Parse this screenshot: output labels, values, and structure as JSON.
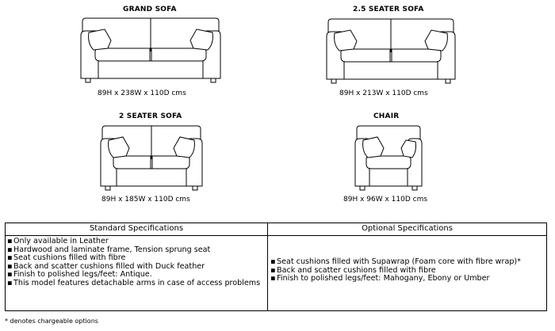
{
  "products": [
    {
      "id": "grand-sofa",
      "title": "GRAND SOFA",
      "dimensions": "89H x  238W x 110D cms"
    },
    {
      "id": "two-five-seater-sofa",
      "title": "2.5 SEATER SOFA",
      "dimensions": "89H x 213W x 110D cms"
    },
    {
      "id": "two-seater-sofa",
      "title": "2 SEATER SOFA",
      "dimensions": "89H x 185W x 110D cms"
    },
    {
      "id": "chair",
      "title": "CHAIR",
      "dimensions": "89H x 96W x 110D cms"
    }
  ],
  "specifications": {
    "standard": {
      "title": "Standard Specifications",
      "items": [
        "Only available in Leather",
        "Hardwood and laminate frame, Tension sprung seat",
        "Seat cushions filled with fibre",
        "Back and scatter cushions filled with Duck feather",
        "Finish to polished legs/feet: Antique.",
        "This model features detachable arms in case of access problems"
      ]
    },
    "optional": {
      "title": "Optional Specifications",
      "items": [
        "Seat cushions filled with Supawrap (Foam core with fibre wrap)*",
        "Back and scatter cushions filled with fibre",
        "Finish to polished legs/feet: Mahogany, Ebony or Umber"
      ]
    }
  },
  "footnote": "* denotes chargeable options"
}
